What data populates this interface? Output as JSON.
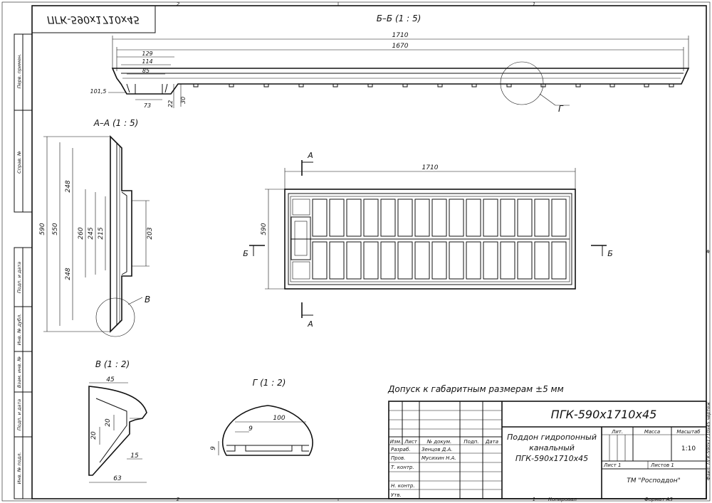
{
  "zone_numbers": {
    "top_left": "2",
    "top_right": "1",
    "bottom_left": "2",
    "bottom_right": "1",
    "right_letter": "А"
  },
  "mirrored_designation": "ПГК-590х1710х45",
  "side_labels": [
    "Перв. примен.",
    "Справ. №",
    "Подп. и дата",
    "Инв. № дубл.",
    "Взам. инв. №",
    "Подп. и дата",
    "Инв. № подл."
  ],
  "section_bb": {
    "title": "Б–Б (1 : 5)",
    "dims": {
      "overall": "1710",
      "inner": "1670",
      "d129": "129",
      "d114": "114",
      "d85": "85",
      "d1015": "101,5",
      "d73": "73",
      "d22": "22",
      "d30": "30"
    },
    "detail_ref": "Г"
  },
  "section_aa": {
    "title": "А–А (1 : 5)",
    "dims": {
      "d590": "590",
      "d550": "550",
      "d248a": "248",
      "d248b": "248",
      "d260": "260",
      "d245": "245",
      "d215": "215",
      "d203": "203"
    },
    "detail_ref": "В"
  },
  "plan_view": {
    "dim_length": "1710",
    "dim_width": "590",
    "cut_a_top": "А",
    "cut_a_bottom": "А",
    "cut_b_left": "Б",
    "cut_b_right": "Б"
  },
  "detail_v": {
    "title": "В (1 : 2)",
    "dims": {
      "d45": "45",
      "d20a": "20",
      "d20b": "20",
      "d15": "15",
      "d63": "63"
    }
  },
  "detail_g": {
    "title": "Г (1 : 2)",
    "dims": {
      "d100": "100",
      "d9a": "9",
      "d9b": "9"
    }
  },
  "tolerance_note": "Допуск к габаритным размерам ±5 мм",
  "title_block": {
    "designation": "ПГК-590х1710х45",
    "name_lines": [
      "Поддон гидропонный",
      "канальный",
      "ПГК-590х1710х45"
    ],
    "col_headers": [
      "Изм.",
      "Лист",
      "№ докум.",
      "Подп.",
      "Дата"
    ],
    "roles": [
      {
        "role": "Разраб.",
        "name": "Зенцов Д.А."
      },
      {
        "role": "Пров.",
        "name": "Мусихин Н.А."
      },
      {
        "role": "Т. контр.",
        "name": ""
      },
      {
        "role": "Н. контр.",
        "name": ""
      },
      {
        "role": "Утв.",
        "name": ""
      }
    ],
    "lit_header": "Лит.",
    "mass_header": "Масса",
    "scale_header": "Масштаб",
    "scale_value": "1:10",
    "sheet": "Лист 1",
    "sheets": "Листов 1",
    "company": "ТМ \"Росподдон\"",
    "copied": "Копировал",
    "format": "Формат А3",
    "sheet_num_bottom": "1",
    "file_note": "Файл: ПГК-590х1710х45 чертеж"
  }
}
